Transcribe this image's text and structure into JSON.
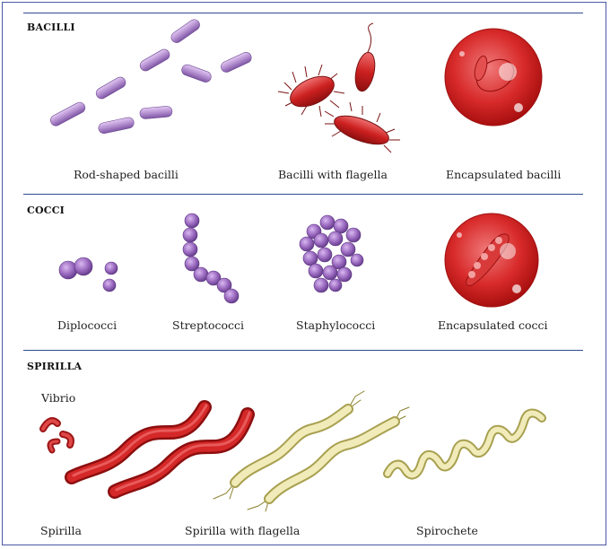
{
  "sections": {
    "bacilli": {
      "heading": "BACILLI",
      "labels": [
        "Rod-shaped bacilli",
        "Bacilli with flagella",
        "Encapsulated bacilli"
      ]
    },
    "cocci": {
      "heading": "COCCI",
      "labels": [
        "Diplococci",
        "Streptococci",
        "Staphylococci",
        "Encapsulated cocci"
      ]
    },
    "spirilla": {
      "heading": "SPIRILLA",
      "vibrio_label": "Vibrio",
      "labels": [
        "Spirilla",
        "Spirilla with flagella",
        "Spirochete"
      ]
    }
  },
  "colors": {
    "frame": "#4a5aa6",
    "rule": "#2e4b8f",
    "rod_purple": "#b48fd0",
    "coccus_purple": "#9b6ac0",
    "red": "#cc2020",
    "yellow": "#e8e2a0"
  }
}
